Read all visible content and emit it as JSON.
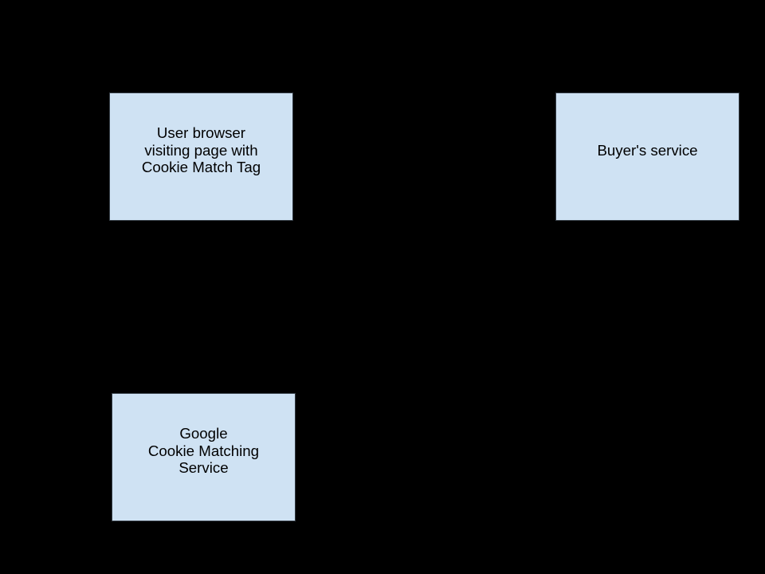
{
  "canvas": {
    "background_color": "#000000"
  },
  "diagram": {
    "node_fill_color": "#cfe2f3",
    "node_border_color": "#333b43",
    "text_color": "#000000",
    "nodes": {
      "user_browser": {
        "label": "User browser\nvisiting page with\nCookie Match Tag"
      },
      "buyers_service": {
        "label": "Buyer's service"
      },
      "google_cookie_matching_service": {
        "label": "Google\nCookie Matching\nService"
      }
    }
  }
}
